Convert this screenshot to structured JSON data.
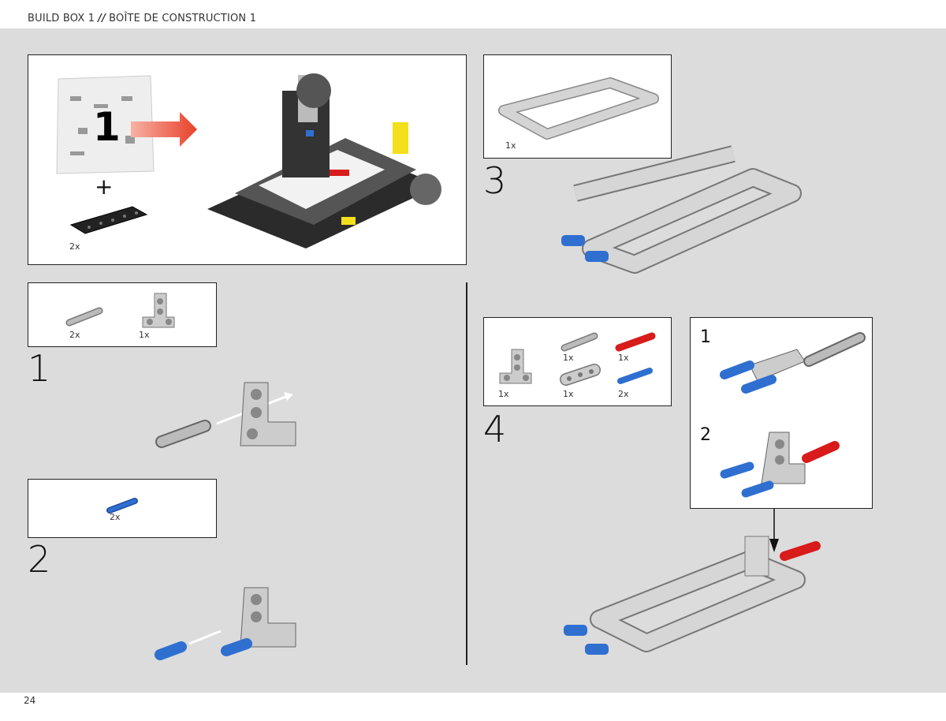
{
  "header": {
    "left": "BUILD BOX 1",
    "separator": "//",
    "right": "BOÎTE DE CONSTRUCTION 1"
  },
  "intro": {
    "bag_number": "1",
    "plus": "+",
    "plate_qty": "2x"
  },
  "steps": [
    {
      "number": "1",
      "parts": [
        {
          "name": "gray-axle-pin",
          "qty": "2x"
        },
        {
          "name": "t-beam",
          "qty": "1x"
        }
      ]
    },
    {
      "number": "2",
      "parts": [
        {
          "name": "blue-pin",
          "qty": "2x"
        }
      ]
    },
    {
      "number": "3",
      "parts": [
        {
          "name": "frame",
          "qty": "1x"
        }
      ]
    },
    {
      "number": "4",
      "parts": [
        {
          "name": "t-beam",
          "qty": "1x"
        },
        {
          "name": "gray-axle-pin",
          "qty": "1x"
        },
        {
          "name": "red-axle",
          "qty": "1x"
        },
        {
          "name": "beam-3",
          "qty": "1x"
        },
        {
          "name": "blue-pin",
          "qty": "2x"
        }
      ],
      "substeps": [
        "1",
        "2"
      ]
    }
  ],
  "colors": {
    "background": "#dcdcdc",
    "blue": "#2f6fd0",
    "red": "#d81b1b",
    "gray": "#c8c8c8"
  },
  "page_number": "24"
}
